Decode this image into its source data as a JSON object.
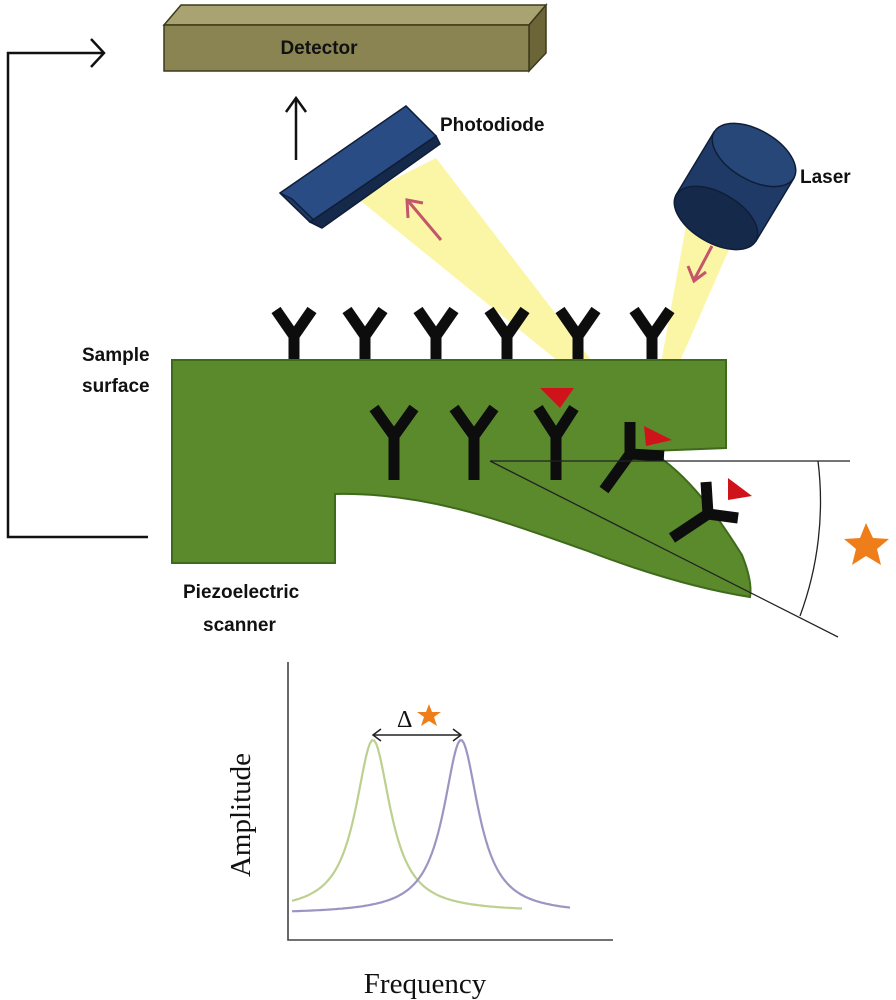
{
  "labels": {
    "detector": "Detector",
    "photodiode": "Photodiode",
    "laser": "Laser",
    "sample_surface_line1": "Sample",
    "sample_surface_line2": "surface",
    "scanner_line1": "Piezoelectric",
    "scanner_line2": "scanner",
    "delta": "Δ"
  },
  "graph": {
    "ylabel": "Amplitude",
    "xlabel": "Frequency"
  },
  "colors": {
    "detector_face": "#8a8453",
    "detector_top": "#a9a371",
    "detector_side": "#6b6538",
    "device_blue": "#1f3a66",
    "device_blue_dark": "#15294a",
    "beam": "#fbf6a6",
    "beam_arrow": "#c4566a",
    "scanner_green": "#5a8a2c",
    "scanner_edge": "#3f6a1c",
    "antibody": "#0d0d0d",
    "antigen": "#d0121b",
    "star": "#ef7d1a",
    "curve_green": "#bcd08f",
    "curve_purple": "#9b95c2"
  }
}
